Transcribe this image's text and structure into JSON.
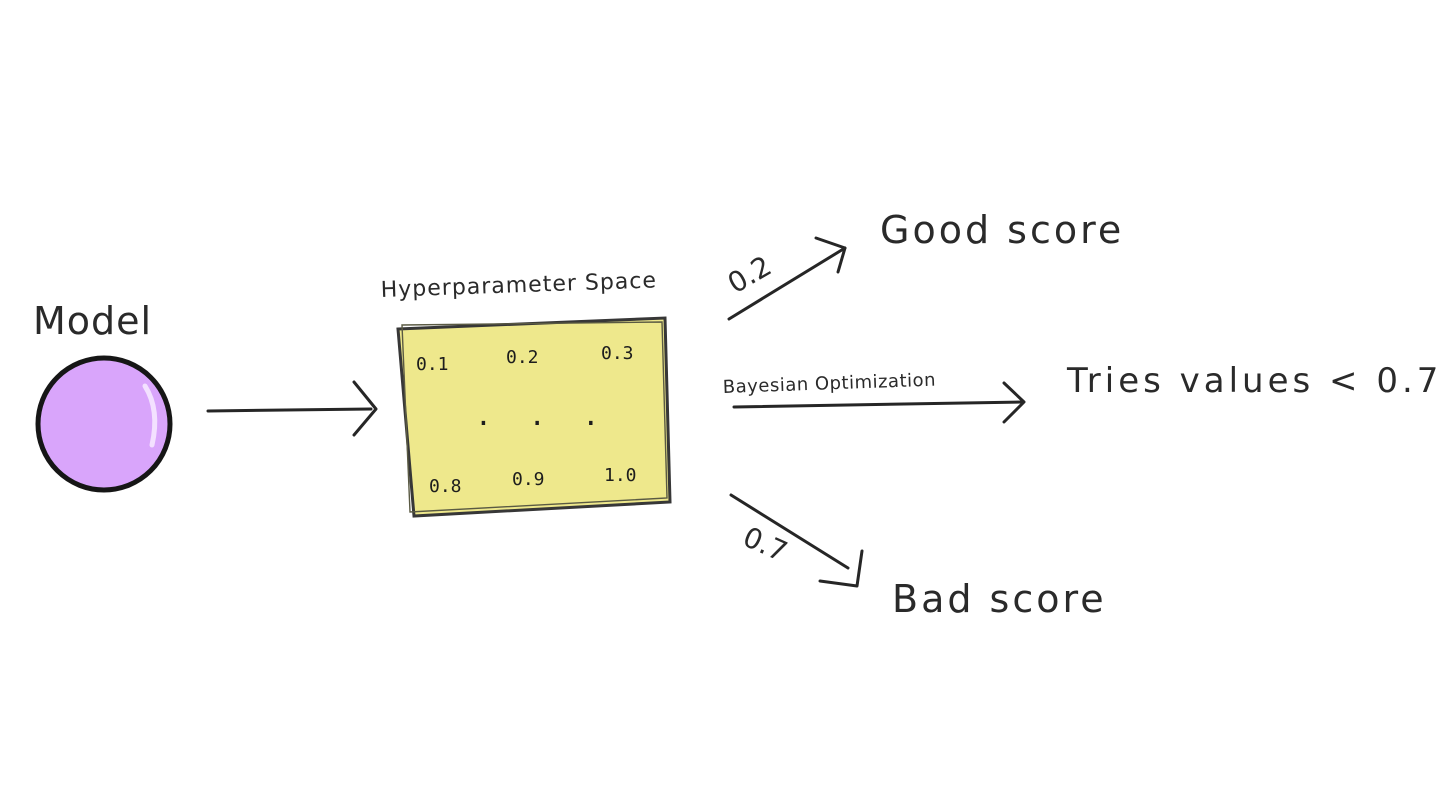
{
  "model": {
    "label": "Model",
    "fill_color": "#d9a5fb",
    "outline_color": "#161616"
  },
  "space": {
    "title": "Hyperparameter Space",
    "fill_color": "#eee88c",
    "values": [
      "0.1",
      "0.2",
      "0.3",
      "0.8",
      "0.9",
      "1.0"
    ],
    "dots": ".  .  ."
  },
  "outcomes": {
    "good": {
      "value": "0.2",
      "label": "Good score"
    },
    "bayes": {
      "label": "Bayesian Optimization",
      "result": "Tries values < 0.7"
    },
    "bad": {
      "value": "0.7",
      "label": "Bad score"
    }
  }
}
